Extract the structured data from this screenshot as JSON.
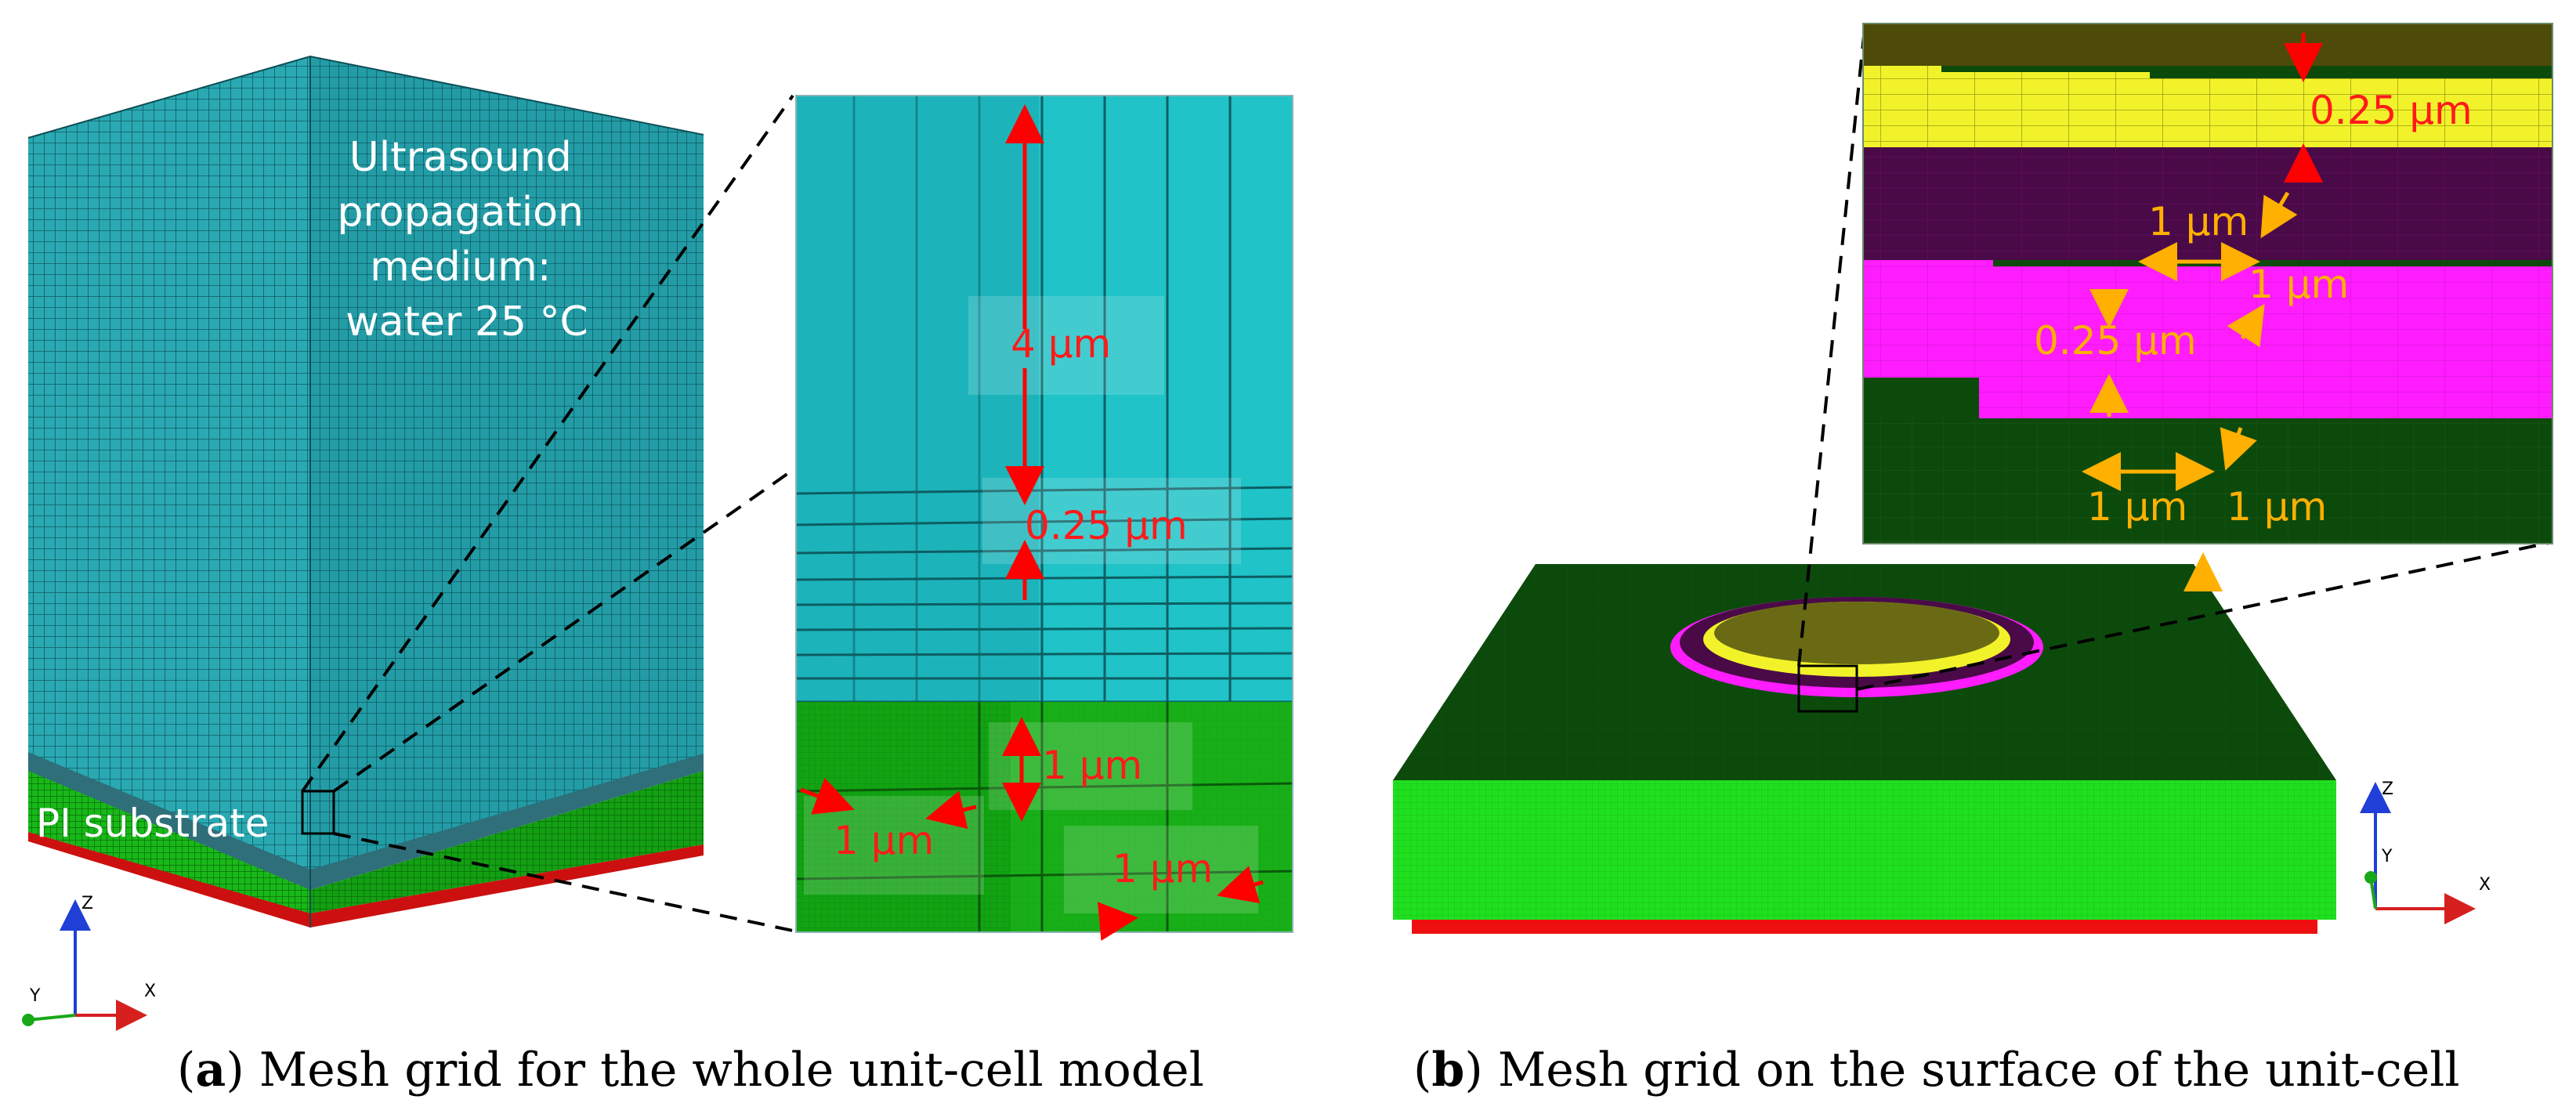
{
  "panel_a": {
    "medium_label": [
      "Ultrasound",
      "propagation",
      "medium:",
      "water 25 °C"
    ],
    "substrate_label": "PI substrate",
    "zoom_dims": {
      "top": "4 µm",
      "mid": "0.25 µm",
      "green_v": "1 µm",
      "green_left": "1 µm",
      "green_right": "1 µm"
    },
    "axes": {
      "z": "Z",
      "y": "Y",
      "x": "X"
    },
    "caption_open": "(",
    "caption_letter": "a",
    "caption_text": ") Mesh grid for the whole unit-cell model"
  },
  "panel_b": {
    "zoom_dims": {
      "yellow_thickness": "0.25 µm",
      "purple_width": "1 µm",
      "purple_side": "1 µm",
      "magenta_thickness": "0.25 µm",
      "green_width": "1 µm",
      "green_side": "1 µm"
    },
    "axes": {
      "z": "Z",
      "y": "Y",
      "x": "X"
    },
    "caption_open": "(",
    "caption_letter": "b",
    "caption_text": ") Mesh grid on the surface of the unit-cell"
  },
  "colors": {
    "water": "#2aa9b2",
    "water_zoom": "#1fc3c8",
    "substrate": "#16b516",
    "substrate_zoom": "#12a312",
    "electrode": "#cc1010",
    "dark_green": "#0c4a0c",
    "bright_green": "#1fe01f",
    "yellow": "#f2f22a",
    "magenta": "#ff1cff",
    "purple": "#4a0a48",
    "dim_red": "#ff0000",
    "dim_orange": "#ffb000"
  }
}
